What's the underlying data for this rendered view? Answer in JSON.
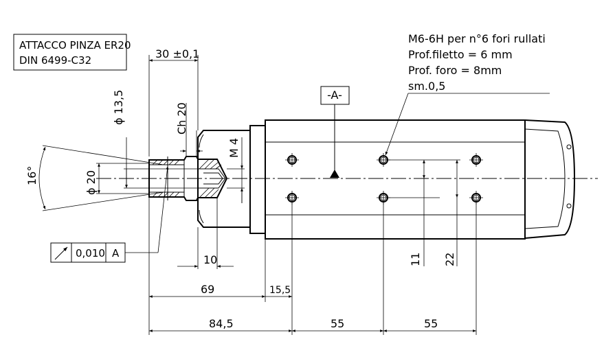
{
  "title_box": {
    "line1": "ATTACCO PINZA ER20",
    "line2": "DIN 6499-C32"
  },
  "note": {
    "line1": "M6-6H per n°6 fori rullati",
    "line2": "Prof.filetto = 6 mm",
    "line3": "Prof. foro = 8mm",
    "line4": "sm.0,5"
  },
  "datum": "-A-",
  "tolerance_frame": {
    "value": "0,010",
    "datum": "A"
  },
  "dimensions": {
    "top_length": "30 ±0,1",
    "dia_135": "ϕ 13,5",
    "dia_20": "ϕ 20",
    "angle": "16°",
    "ch20": "Ch 20",
    "m4": "M 4",
    "d10": "10",
    "d69": "69",
    "d155": "15,5",
    "d845": "84,5",
    "d55a": "55",
    "d55b": "55",
    "d11": "11",
    "d22": "22"
  },
  "colors": {
    "line": "#000000",
    "background": "#ffffff"
  }
}
